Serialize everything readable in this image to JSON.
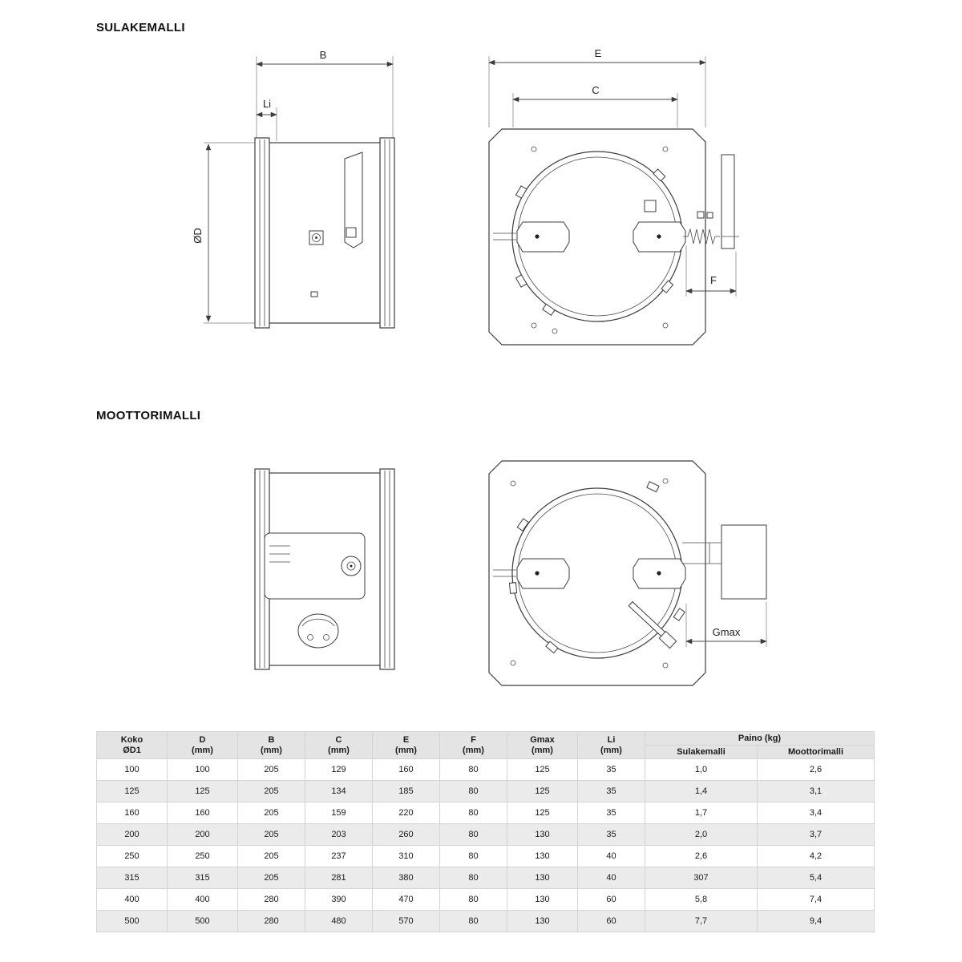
{
  "page": {
    "sulakemalli_title": "SULAKEMALLI",
    "moottorimalli_title": "MOOTTORIMALLI"
  },
  "dims": {
    "b": "B",
    "li": "Li",
    "od": "ØD",
    "e": "E",
    "c": "C",
    "f": "F",
    "gmax": "Gmax"
  },
  "table": {
    "headers": [
      [
        "Koko",
        "ØD1"
      ],
      [
        "D",
        "(mm)"
      ],
      [
        "B",
        "(mm)"
      ],
      [
        "C",
        "(mm)"
      ],
      [
        "E",
        "(mm)"
      ],
      [
        "F",
        "(mm)"
      ],
      [
        "Gmax",
        "(mm)"
      ],
      [
        "Li",
        "(mm)"
      ]
    ],
    "paino_header": "Paino (kg)",
    "paino_columns": [
      "Sulakemalli",
      "Moottorimalli"
    ],
    "rows": [
      [
        "100",
        "100",
        "205",
        "129",
        "160",
        "80",
        "125",
        "35",
        "1,0",
        "2,6"
      ],
      [
        "125",
        "125",
        "205",
        "134",
        "185",
        "80",
        "125",
        "35",
        "1,4",
        "3,1"
      ],
      [
        "160",
        "160",
        "205",
        "159",
        "220",
        "80",
        "125",
        "35",
        "1,7",
        "3,4"
      ],
      [
        "200",
        "200",
        "205",
        "203",
        "260",
        "80",
        "130",
        "35",
        "2,0",
        "3,7"
      ],
      [
        "250",
        "250",
        "205",
        "237",
        "310",
        "80",
        "130",
        "40",
        "2,6",
        "4,2"
      ],
      [
        "315",
        "315",
        "205",
        "281",
        "380",
        "80",
        "130",
        "40",
        "307",
        "5,4"
      ],
      [
        "400",
        "400",
        "280",
        "390",
        "470",
        "80",
        "130",
        "60",
        "5,8",
        "7,4"
      ],
      [
        "500",
        "500",
        "280",
        "480",
        "570",
        "80",
        "130",
        "60",
        "7,7",
        "9,4"
      ]
    ]
  }
}
